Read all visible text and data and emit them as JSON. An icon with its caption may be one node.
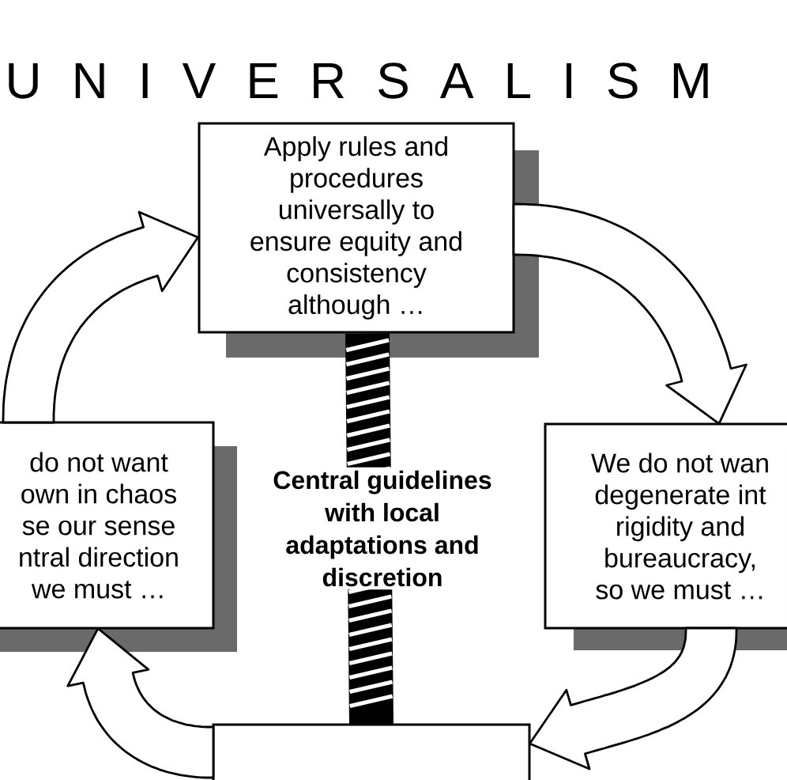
{
  "diagram": {
    "title": "U N I V E R S A L I S M",
    "nodes": [
      {
        "text": [
          "Apply rules and procedures universally to ensure equity and consistency although …"
        ]
      },
      {
        "text": [
          "do not want own in chaos se our sense ntral direction we must …"
        ]
      },
      {
        "text": [
          "We do not wan degenerate int rigidity and bureaucracy, so we must …"
        ]
      },
      {
        "text": [],
        "shape": "box"
      }
    ],
    "edges": [
      {
        "from": 0,
        "to": 2,
        "arrow": "to"
      },
      {
        "from": 2,
        "to": 3,
        "arrow": "to"
      },
      {
        "from": 3,
        "to": 1,
        "arrow": "to"
      },
      {
        "from": 1,
        "to": 0,
        "arrow": "to"
      },
      {
        "from": 0,
        "to": 3,
        "arrow": "none",
        "label": "Central guidelines with local adaptations and discretion"
      }
    ]
  }
}
